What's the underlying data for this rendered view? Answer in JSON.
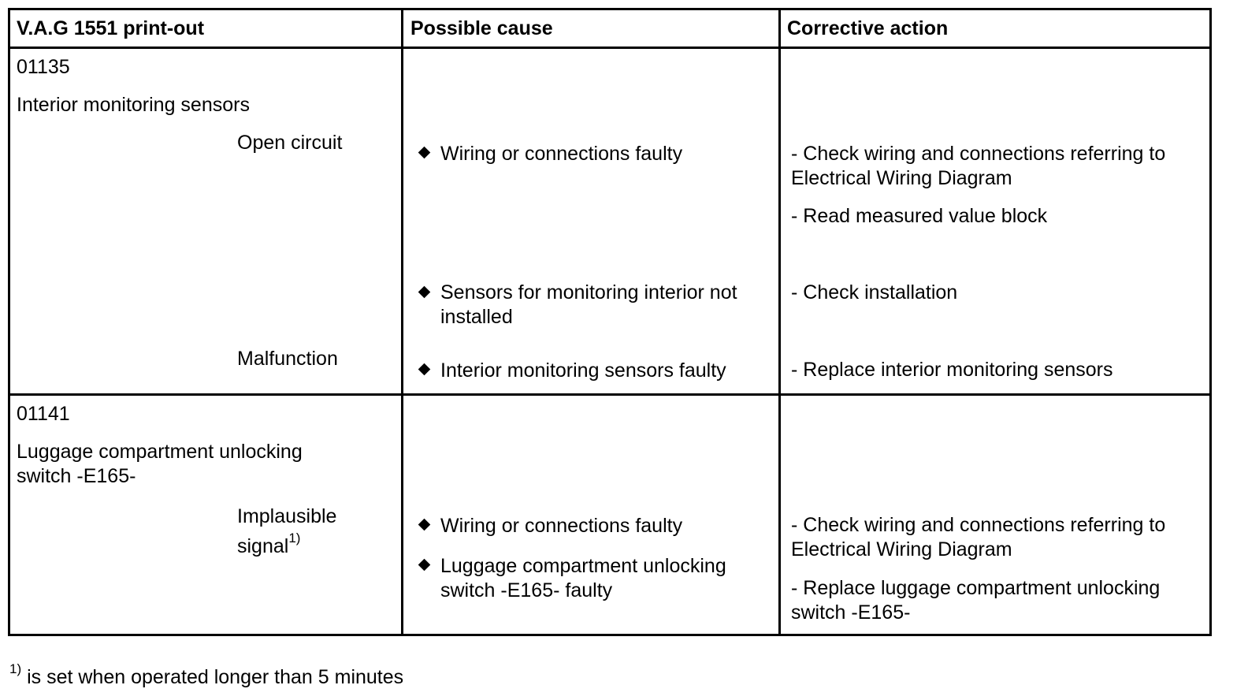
{
  "table": {
    "headers": [
      "V.A.G 1551 print-out",
      "Possible cause",
      "Corrective action"
    ],
    "rows": [
      {
        "code": "01135",
        "component": "Interior monitoring sensors",
        "fault1": "Open circuit",
        "fault2": "Malfunction",
        "causes": [
          "Wiring or connections faulty",
          "Sensors for monitoring interior not installed",
          "Interior monitoring sensors faulty"
        ],
        "actions": [
          "- Check wiring and connections referring to Electrical Wiring Diagram",
          "- Read measured value block",
          "- Check installation",
          "- Replace interior monitoring sensors"
        ]
      },
      {
        "code": "01141",
        "component": "Luggage compartment unlocking switch -E165-",
        "fault1": "Implausible signal",
        "fault1_note": "1)",
        "causes": [
          "Wiring or connections faulty",
          "Luggage compartment unlocking switch -E165- faulty"
        ],
        "actions": [
          "- Check wiring and connections referring to Electrical Wiring Diagram",
          "- Replace luggage compartment unlocking switch -E165-"
        ]
      }
    ]
  },
  "footnote": {
    "marker": "1)",
    "text": "is set when operated longer than 5 minutes"
  }
}
